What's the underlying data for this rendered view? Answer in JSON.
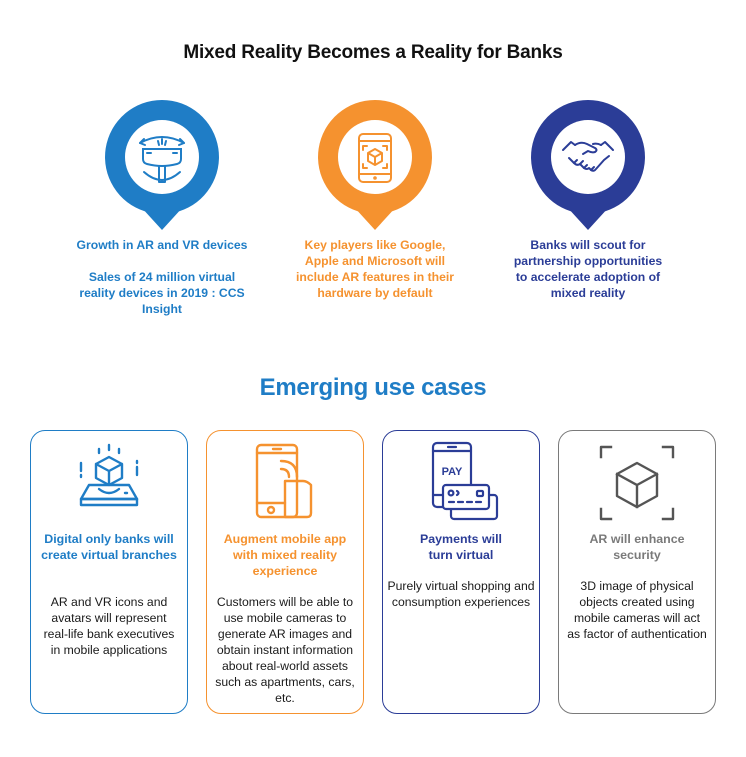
{
  "title": "Mixed Reality Becomes a Reality for Banks",
  "colors": {
    "blue": "#1f7dc6",
    "orange": "#f5922f",
    "navy": "#2b3d97",
    "gray": "#7a7a7a"
  },
  "trends": [
    {
      "icon": "vr-headset-icon",
      "color": "blue",
      "lines": [
        "Growth in AR and VR devices",
        "Sales of 24 million virtual reality devices in 2019 : CCS Insight"
      ]
    },
    {
      "icon": "phone-ar-cube-icon",
      "color": "orange",
      "lines": [
        "Key players like Google, Apple and Microsoft will include AR features in their hardware by default"
      ]
    },
    {
      "icon": "handshake-icon",
      "color": "navy",
      "lines": [
        "Banks will scout for partnership opportunities to accelerate adoption of mixed reality"
      ]
    }
  ],
  "section_title": "Emerging use cases",
  "use_cases": [
    {
      "icon": "hologram-cube-phone-icon",
      "color": "blue",
      "heading": "Digital only banks will create virtual branches",
      "description": "AR and VR icons and avatars will represent real-life bank executives in mobile applications"
    },
    {
      "icon": "mobile-wireless-icon",
      "color": "orange",
      "heading": "Augment mobile app with mixed reality experience",
      "description": "Customers will be able to use mobile cameras to generate AR images and obtain instant information about real-world assets such as apartments, cars, etc."
    },
    {
      "icon": "pay-phone-cards-icon",
      "color": "navy",
      "icon_text": "PAY",
      "heading": "Payments will turn virtual",
      "description": "Purely virtual shopping and consumption experiences"
    },
    {
      "icon": "scan-cube-icon",
      "color": "gray",
      "heading": "AR will enhance security",
      "description": "3D image of physical objects created using mobile cameras will act as factor of authentication"
    }
  ]
}
